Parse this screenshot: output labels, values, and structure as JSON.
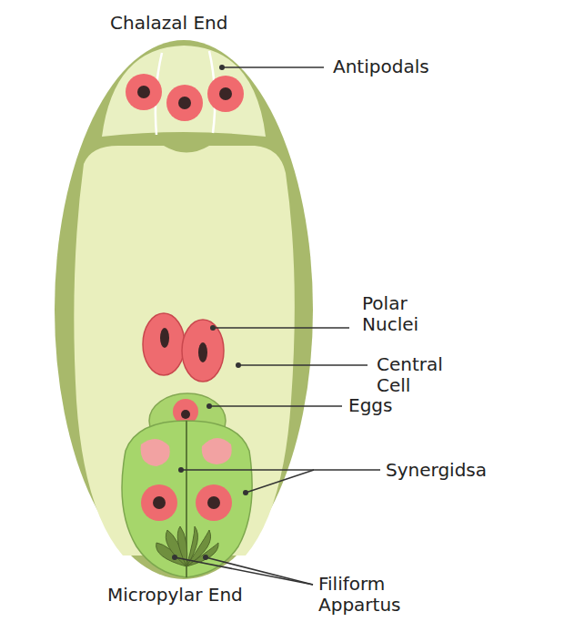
{
  "diagram": {
    "labels": [
      "Chalazal End",
      "Antipodals",
      "Polar Nuclei",
      "Central Cell",
      "Eggs",
      "Synergidsa",
      "Micropylar End",
      "Filiform Appartus"
    ]
  }
}
